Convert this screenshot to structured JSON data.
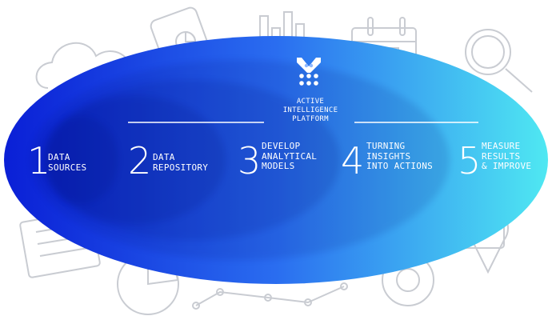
{
  "brand": {
    "logo_icon": "m-dots-logo-icon",
    "title": "ACTIVE\nINTELLIGENCE\nPLATFORM"
  },
  "steps": [
    {
      "number": "1",
      "label": "DATA\nSOURCES"
    },
    {
      "number": "2",
      "label": "DATA\nREPOSITORY"
    },
    {
      "number": "3",
      "label": "DEVELOP\nANALYTICAL\nMODELS"
    },
    {
      "number": "4",
      "label": "TURNING\nINSIGHTS\nINTO ACTIONS"
    },
    {
      "number": "5",
      "label": "MEASURE\nRESULTS\n& IMPROVE"
    }
  ],
  "colors": {
    "gradient_start": "#0a1fd6",
    "gradient_mid": "#2a6df0",
    "gradient_end": "#4fe8f2",
    "background_icons": "#c9ccd2",
    "text": "#ffffff"
  }
}
